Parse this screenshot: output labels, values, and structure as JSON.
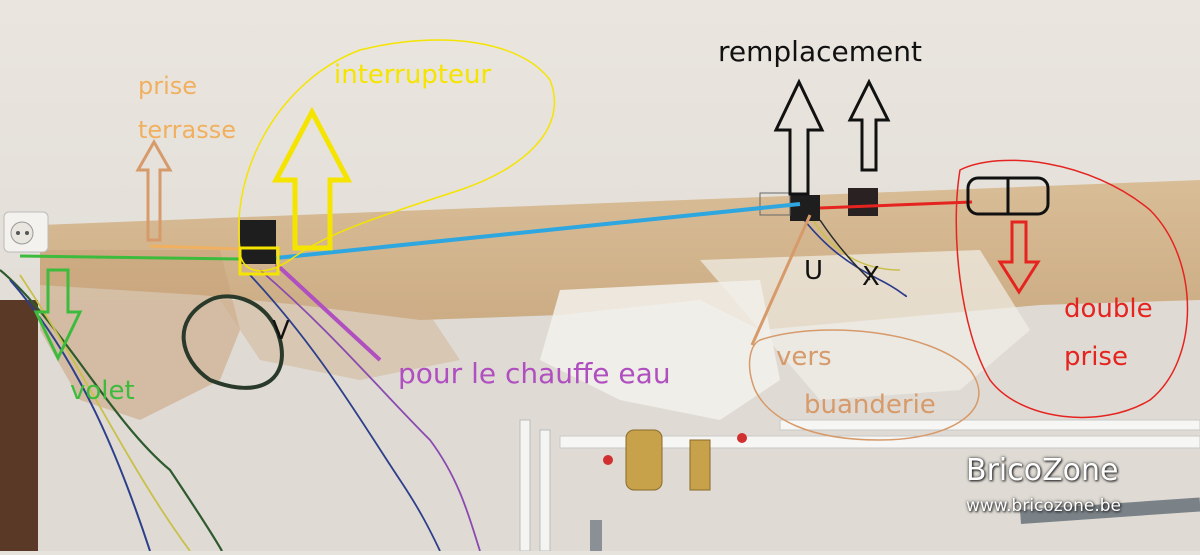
{
  "annotations": {
    "prise_terrasse_line1": "prise",
    "prise_terrasse_line2": "terrasse",
    "interrupteur": "interrupteur",
    "remplacement": "remplacement",
    "letter_v": "V",
    "letter_u": "U",
    "letter_x": "X",
    "volet": "volet",
    "chauffe_eau": "pour le chauffe eau",
    "vers": "vers",
    "buanderie": "buanderie",
    "double": "double",
    "prise": "prise"
  },
  "watermark": {
    "brand": "BricoZone",
    "url": "www.bricozone.be"
  },
  "colors": {
    "orange": "#f0b060",
    "yellow": "#f5e400",
    "green": "#3dbb3d",
    "blue": "#2ea6e0",
    "red": "#e52420",
    "purple": "#b04fc0",
    "tan": "#d79a6a",
    "black": "#111111"
  }
}
